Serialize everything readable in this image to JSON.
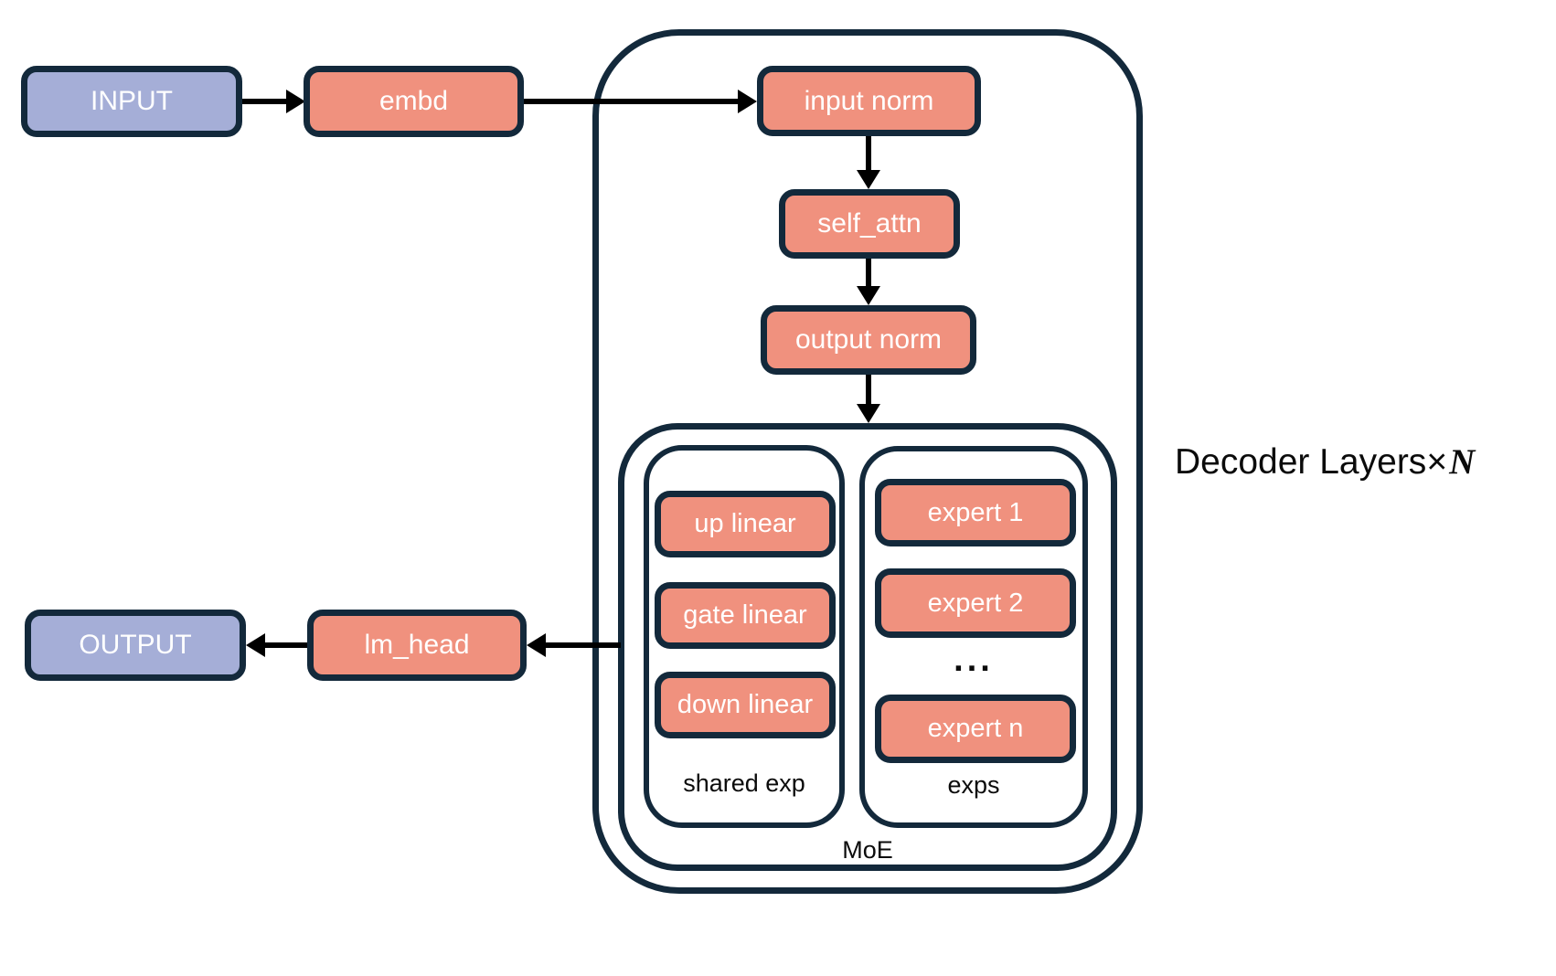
{
  "nodes": {
    "input": "INPUT",
    "embd": "embd",
    "input_norm": "input norm",
    "self_attn": "self_attn",
    "output_norm": "output norm",
    "up_linear": "up linear",
    "gate_linear": "gate linear",
    "down_linear": "down linear",
    "expert_1": "expert 1",
    "expert_2": "expert 2",
    "expert_ellipsis": "...",
    "expert_n": "expert n",
    "lm_head": "lm_head",
    "output": "OUTPUT"
  },
  "labels": {
    "shared_exp": "shared exp",
    "exps": "exps",
    "moe": "MoE",
    "decoder_layers": "Decoder Layers",
    "times": "×",
    "n": "N"
  },
  "edges": [
    {
      "from": "INPUT",
      "to": "embd"
    },
    {
      "from": "embd",
      "to": "input norm"
    },
    {
      "from": "input norm",
      "to": "self_attn"
    },
    {
      "from": "self_attn",
      "to": "output norm"
    },
    {
      "from": "output norm",
      "to": "MoE"
    },
    {
      "from": "MoE",
      "to": "lm_head"
    },
    {
      "from": "lm_head",
      "to": "OUTPUT"
    }
  ],
  "colors": {
    "salmon": "#F0917E",
    "periwinkle": "#A5AED7",
    "navy": "#13293B",
    "arrow": "#000000",
    "box_text": "#FFFFFF",
    "label_text": "#0B0B0B",
    "background": "#FFFFFF"
  }
}
